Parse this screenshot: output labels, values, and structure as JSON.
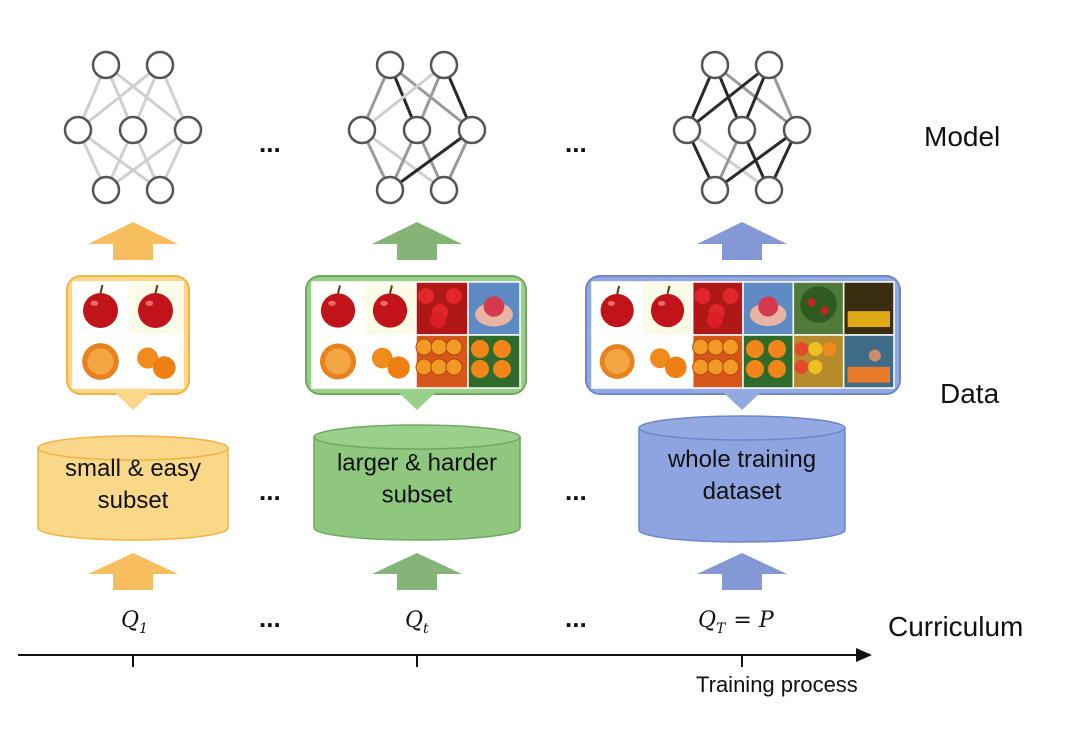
{
  "labels": {
    "model": "Model",
    "data": "Data",
    "curriculum": "Curriculum",
    "axis": "Training process"
  },
  "ellipsis": "...",
  "stages": [
    {
      "subset_lines": [
        "small & easy",
        "subset"
      ],
      "q_base": "Q",
      "q_sub": "1",
      "q_suffix": "",
      "color": "#F5B342",
      "fill": "#FAD889",
      "bubble_fill": "#FBD78B",
      "tiles": [
        "apple-red",
        "apple-shiny",
        "orange-half",
        "oranges-small"
      ]
    },
    {
      "subset_lines": [
        "larger & harder",
        "subset"
      ],
      "q_base": "Q",
      "q_sub": "t",
      "q_suffix": "",
      "color": "#6FA85F",
      "fill": "#8FC77F",
      "bubble_fill": "#9BCF8C",
      "tiles": [
        "apple-red",
        "apple-shiny",
        "apples-crate",
        "apple-in-hand",
        "orange-half",
        "oranges-small",
        "oranges-pile",
        "oranges-leaves"
      ]
    },
    {
      "subset_lines": [
        "whole training",
        "dataset"
      ],
      "q_base": "Q",
      "q_sub": "T",
      "q_suffix": "= P",
      "color": "#6D86CC",
      "fill": "#8EA4E0",
      "bubble_fill": "#94A8E2",
      "tiles": [
        "apple-red",
        "apple-shiny",
        "apples-crate",
        "apple-in-hand",
        "apple-tree",
        "market-stall",
        "orange-half",
        "oranges-small",
        "oranges-pile",
        "oranges-leaves",
        "fruit-market",
        "vendor-scene"
      ]
    }
  ],
  "edge_colors": [
    "#d0d0d0",
    "#9a9a9a",
    "#2a2a2a"
  ]
}
